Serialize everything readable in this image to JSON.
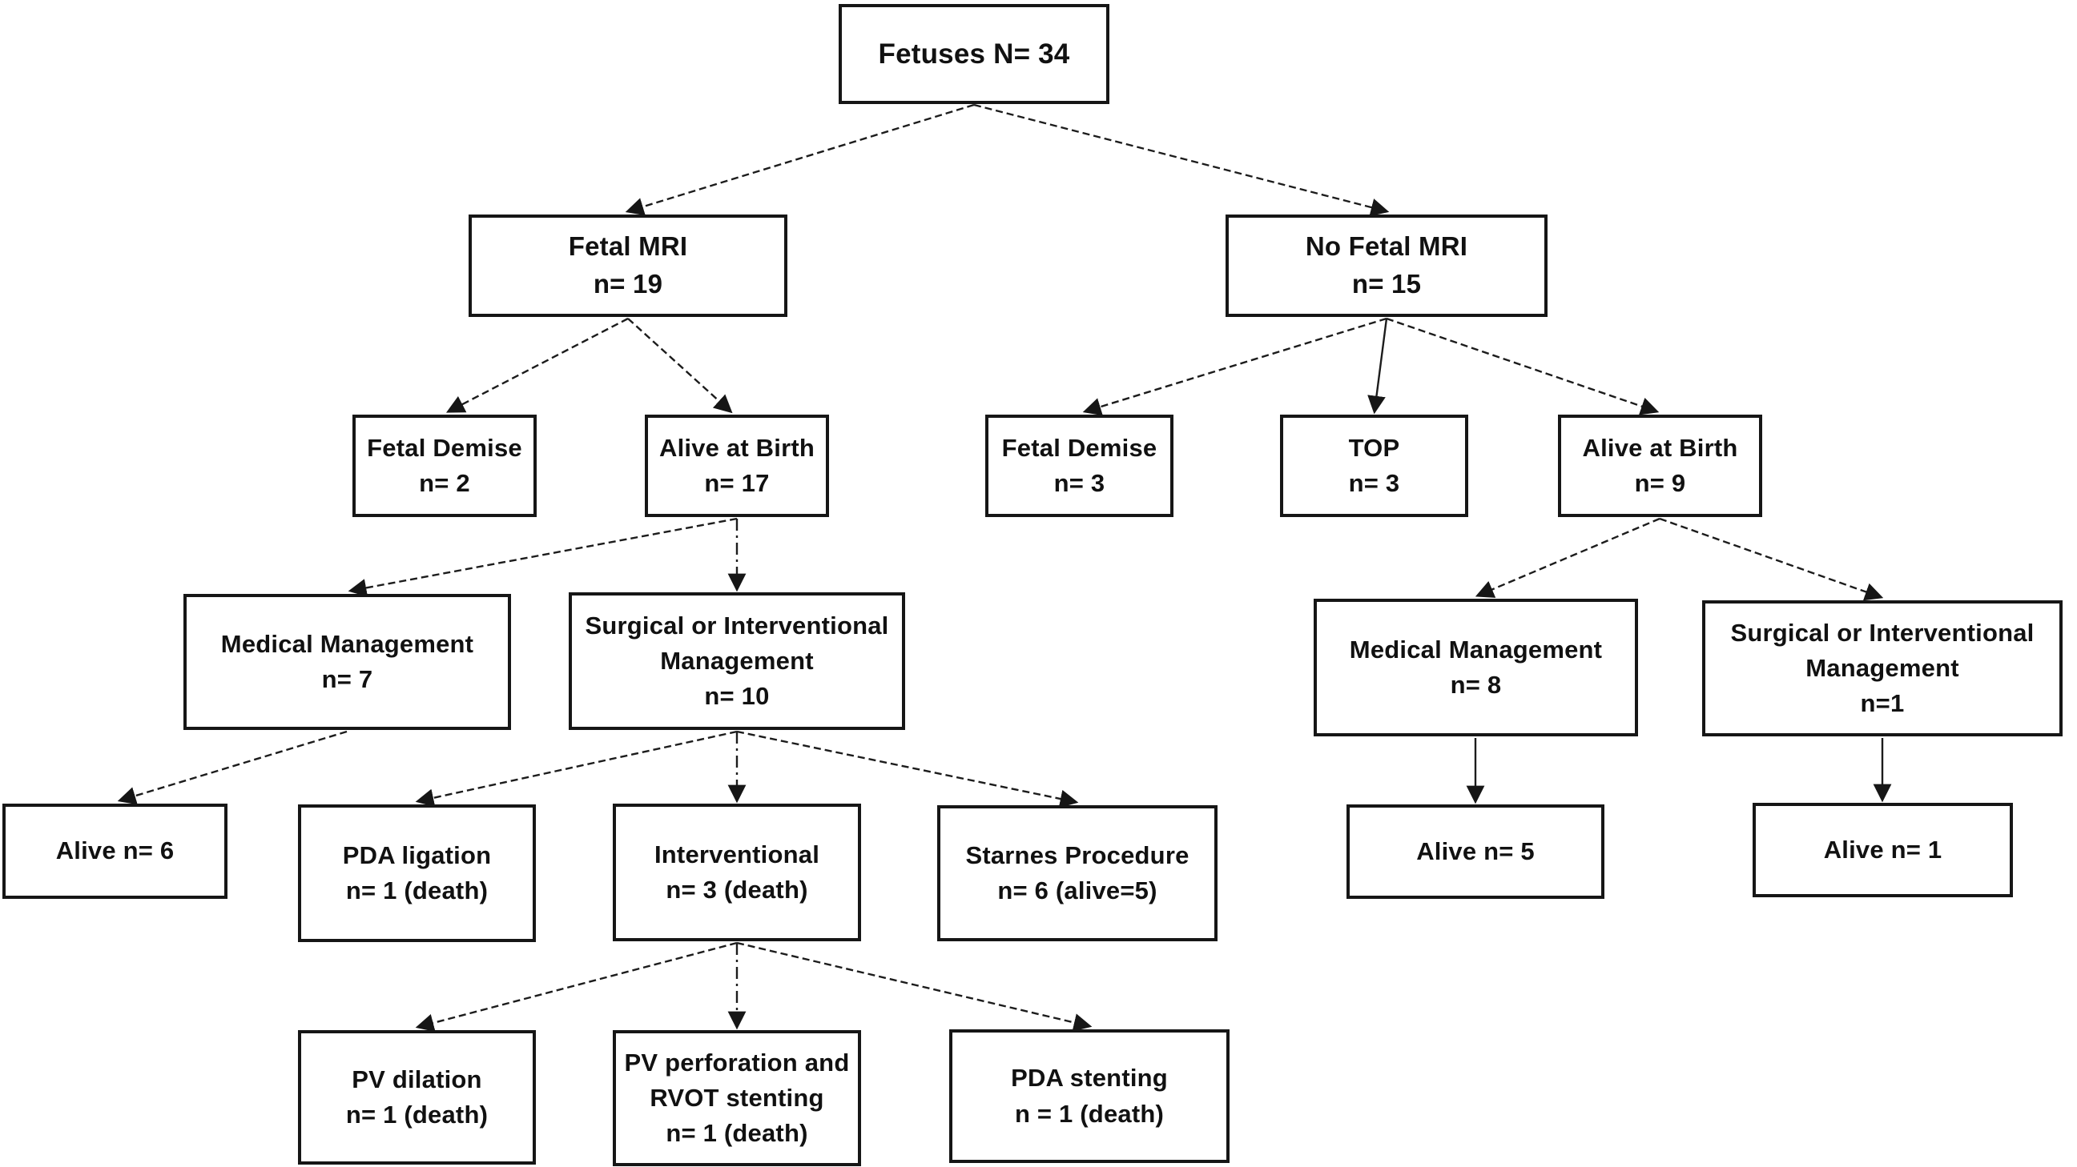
{
  "figure": {
    "root_label": "Fetuses N= 34"
  },
  "nodes": {
    "fetuses": {
      "lines": [
        "Fetuses N= 34"
      ]
    },
    "fetal_mri": {
      "lines": [
        "Fetal MRI",
        "n= 19"
      ]
    },
    "no_fetal_mri": {
      "lines": [
        "No Fetal MRI",
        "n= 15"
      ]
    },
    "fetal_demise_mri": {
      "lines": [
        "Fetal Demise",
        "n= 2"
      ]
    },
    "alive_birth_mri": {
      "lines": [
        "Alive at Birth",
        "n= 17"
      ]
    },
    "fetal_demise_no_mri": {
      "lines": [
        "Fetal Demise",
        "n= 3"
      ]
    },
    "top": {
      "lines": [
        "TOP",
        "n= 3"
      ]
    },
    "alive_birth_no_mri": {
      "lines": [
        "Alive at Birth",
        "n= 9"
      ]
    },
    "medical_mgmt_mri": {
      "lines": [
        "Medical Management",
        "n= 7"
      ]
    },
    "surgical_mgmt_mri": {
      "lines": [
        "Surgical or Interventional",
        "Management",
        "n= 10"
      ]
    },
    "medical_mgmt_no_mri": {
      "lines": [
        "Medical Management",
        "n= 8"
      ]
    },
    "surgical_mgmt_no_mri": {
      "lines": [
        "Surgical or Interventional",
        "Management",
        "n=1"
      ]
    },
    "alive_6": {
      "lines": [
        "Alive n= 6"
      ]
    },
    "pda_ligation": {
      "lines": [
        "PDA ligation",
        "n= 1 (death)"
      ]
    },
    "interventional": {
      "lines": [
        "Interventional",
        "n= 3 (death)"
      ]
    },
    "starnes": {
      "lines": [
        "Starnes Procedure",
        "n= 6 (alive=5)"
      ]
    },
    "alive_5": {
      "lines": [
        "Alive n= 5"
      ]
    },
    "alive_1": {
      "lines": [
        "Alive n= 1"
      ]
    },
    "pv_dilation": {
      "lines": [
        "PV dilation",
        "n= 1 (death)"
      ]
    },
    "pv_perforation": {
      "lines": [
        "PV perforation and",
        "RVOT stenting",
        "n= 1 (death)"
      ]
    },
    "pda_stenting": {
      "lines": [
        "PDA stenting",
        "n = 1 (death)"
      ]
    }
  },
  "colors": {
    "box_border": "#161616",
    "line": "#1c1c1c",
    "background": "#ffffff",
    "text": "#111111"
  }
}
